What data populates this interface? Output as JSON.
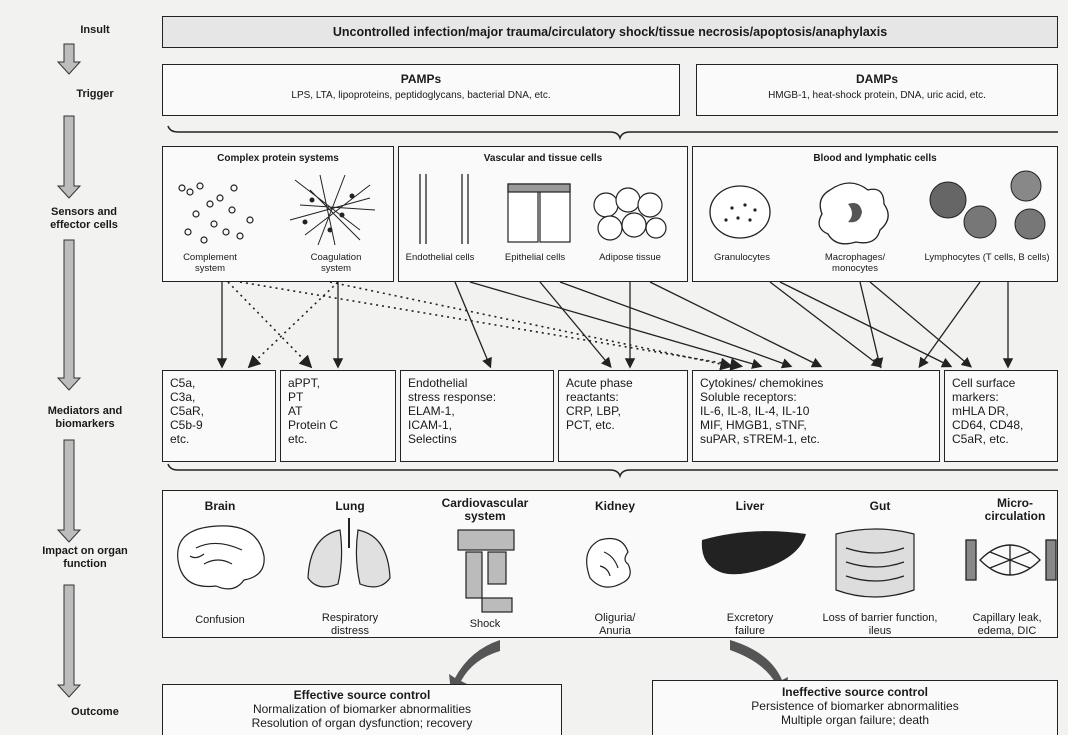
{
  "stages": {
    "insult": "Insult",
    "trigger": "Trigger",
    "sensors": "Sensors and effector cells",
    "mediators": "Mediators and biomarkers",
    "impact": "Impact on organ function",
    "outcome": "Outcome"
  },
  "insult_text": "Uncontrolled infection/major trauma/circulatory shock/tissue necrosis/apoptosis/anaphylaxis",
  "pamps": {
    "title": "PAMPs",
    "text": "LPS, LTA, lipoproteins, peptidoglycans, bacterial DNA, etc."
  },
  "damps": {
    "title": "DAMPs",
    "text": "HMGB-1, heat-shock protein, DNA, uric acid, etc."
  },
  "sensor_groups": {
    "complex": "Complex protein systems",
    "vascular": "Vascular and tissue cells",
    "blood": "Blood and lymphatic cells"
  },
  "sensor_items": {
    "complement": "Complement system",
    "coagulation": "Coagulation system",
    "endothelial": "Endothelial cells",
    "epithelial": "Epithelial cells",
    "adipose": "Adipose tissue",
    "granulocytes": "Granulocytes",
    "macrophages": "Macrophages/ monocytes",
    "lymphocytes": "Lymphocytes (T cells, B cells)"
  },
  "mediators": {
    "m1": [
      "C5a,",
      "C3a,",
      "C5aR,",
      "C5b-9",
      "etc."
    ],
    "m2": [
      "aPPT,",
      "PT",
      "AT",
      "Protein C",
      "etc."
    ],
    "m3": [
      "Endothelial",
      "stress response:",
      "ELAM-1,",
      "ICAM-1,",
      "Selectins"
    ],
    "m4": [
      "Acute phase",
      "reactants:",
      "CRP, LBP,",
      "PCT, etc."
    ],
    "m5": [
      "Cytokines/ chemokines",
      "Soluble receptors:",
      "IL-6, IL-8, IL-4, IL-10",
      "MIF, HMGB1, sTNF,",
      "suPAR, sTREM-1, etc."
    ],
    "m6": [
      "Cell surface",
      "markers:",
      "mHLA DR,",
      "CD64, CD48,",
      "C5aR, etc."
    ]
  },
  "organs": [
    {
      "title": "Brain",
      "caption": "Confusion"
    },
    {
      "title": "Lung",
      "caption": "Respiratory distress"
    },
    {
      "title": "Cardiovascular system",
      "caption": "Shock"
    },
    {
      "title": "Kidney",
      "caption": "Oliguria/ Anuria"
    },
    {
      "title": "Liver",
      "caption": "Excretory failure"
    },
    {
      "title": "Gut",
      "caption": "Loss of barrier function, ileus"
    },
    {
      "title": "Micro-circulation",
      "caption": "Capillary leak, edema, DIC"
    }
  ],
  "outcomes": {
    "effective": {
      "title": "Effective source control",
      "line1": "Normalization of biomarker abnormalities",
      "line2": "Resolution of organ dysfunction; recovery"
    },
    "ineffective": {
      "title": "Ineffective source control",
      "line1": "Persistence of biomarker abnormalities",
      "line2": "Multiple organ failure; death"
    }
  },
  "colors": {
    "ink": "#222222",
    "arrow": "#8a8a8a",
    "background": "#f2f2f0"
  }
}
